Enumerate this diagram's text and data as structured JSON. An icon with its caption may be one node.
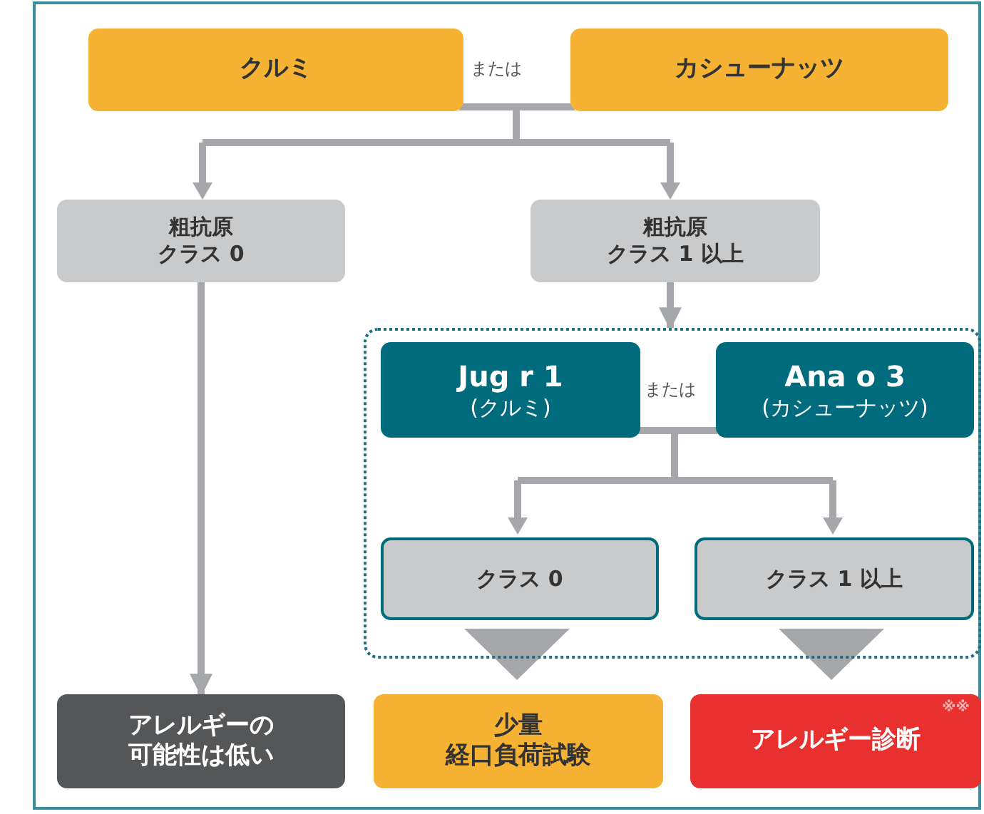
{
  "diagram": {
    "nodes": [
      {
        "text": [
          "クルミ"
        ]
      },
      {
        "text": [
          "カシューナッツ"
        ]
      },
      {
        "text": [
          "粗抗原",
          "クラス 0"
        ]
      },
      {
        "text": [
          "粗抗原",
          "クラス 1 以上"
        ]
      },
      {
        "text": [],
        "shape": "box"
      },
      {
        "text": [
          "Jug r 1",
          "(クルミ)"
        ],
        "in": 4
      },
      {
        "text": [
          "Ana o 3",
          "(カシューナッツ)"
        ],
        "in": 4
      },
      {
        "text": [
          "クラス 0"
        ],
        "in": 4
      },
      {
        "text": [
          "クラス 1 以上"
        ],
        "in": 4
      },
      {
        "text": [
          "アレルギーの可能性は低い"
        ]
      },
      {
        "text": [
          "少量",
          "経口負荷試験"
        ]
      },
      {
        "text": [
          "アレルギー診断",
          "※※"
        ]
      }
    ],
    "edges": [
      {
        "from": 0,
        "to": 2,
        "arrow": "to"
      },
      {
        "from": 0,
        "to": 3,
        "arrow": "to"
      },
      {
        "from": 1,
        "to": 2,
        "arrow": "to"
      },
      {
        "from": 1,
        "to": 3,
        "arrow": "to"
      },
      {
        "from": 3,
        "to": 4,
        "arrow": "to"
      },
      {
        "from": 2,
        "to": 9,
        "arrow": "to"
      },
      {
        "from": 5,
        "to": 7,
        "arrow": "to"
      },
      {
        "from": 5,
        "to": 8,
        "arrow": "to"
      },
      {
        "from": 6,
        "to": 7,
        "arrow": "to"
      },
      {
        "from": 6,
        "to": 8,
        "arrow": "to"
      },
      {
        "from": 7,
        "to": 10,
        "arrow": "to",
        "style": "thick"
      },
      {
        "from": 8,
        "to": 11,
        "arrow": "to",
        "style": "thick"
      }
    ],
    "labels": [
      "または",
      "または"
    ]
  }
}
